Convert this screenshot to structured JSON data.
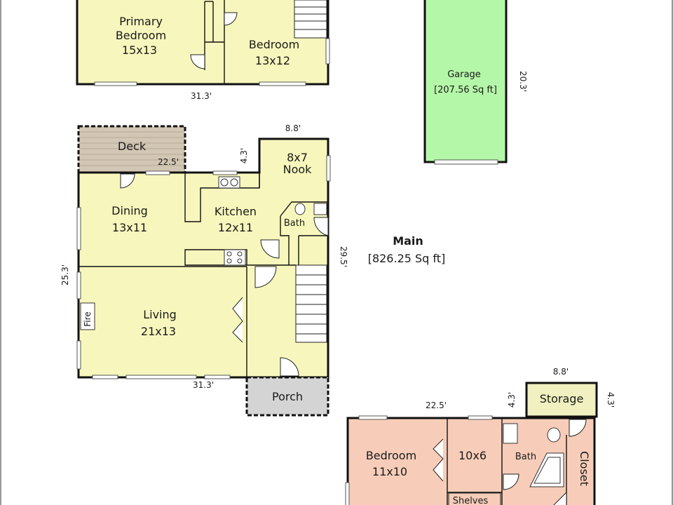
{
  "colors": {
    "upper_floor": "#f7f7bd",
    "main_floor": "#f7f7bd",
    "lower_floor": "#f7cdb9",
    "garage": "#b5f7a8",
    "deck": "#d2c6b4",
    "porch": "#d4d4d4",
    "storage": "#f0f0c0",
    "wall": "#111111",
    "frame": "#777777"
  },
  "upper": {
    "rooms": {
      "primary_bedroom": {
        "name": "Primary",
        "name2": "Bedroom",
        "size": "15x13"
      },
      "bedroom": {
        "name": "Bedroom",
        "size": "13x12"
      }
    },
    "dim_width": "31.3'"
  },
  "garage": {
    "name": "Garage",
    "area": "[207.56 Sq ft]",
    "dim_depth": "20.3'"
  },
  "main": {
    "title": "Main",
    "area": "[826.25 Sq ft]",
    "rooms": {
      "deck": "Deck",
      "nook": {
        "size": "8x7",
        "name": "Nook"
      },
      "dining": {
        "name": "Dining",
        "size": "13x11"
      },
      "kitchen": {
        "name": "Kitchen",
        "size": "12x11"
      },
      "bath": "Bath",
      "living": {
        "name": "Living",
        "size": "21x13"
      },
      "fire": "Fire",
      "porch": "Porch"
    },
    "dims": {
      "deck_width": "22.5'",
      "nook_width": "8.8'",
      "nook_step": "4.3'",
      "depth_left": "25.3'",
      "depth_right": "29.5'",
      "width_bottom": "31.3'"
    }
  },
  "lower": {
    "rooms": {
      "bedroom": {
        "name": "Bedroom",
        "size": "11x10"
      },
      "room_10x6": "10x6",
      "bath": "Bath",
      "closet": "Closet",
      "storage": "Storage",
      "shelves": "Shelves"
    },
    "dims": {
      "width_top": "22.5'",
      "storage_width": "8.8'",
      "storage_left": "4.3'",
      "storage_right": "4.3'"
    }
  }
}
